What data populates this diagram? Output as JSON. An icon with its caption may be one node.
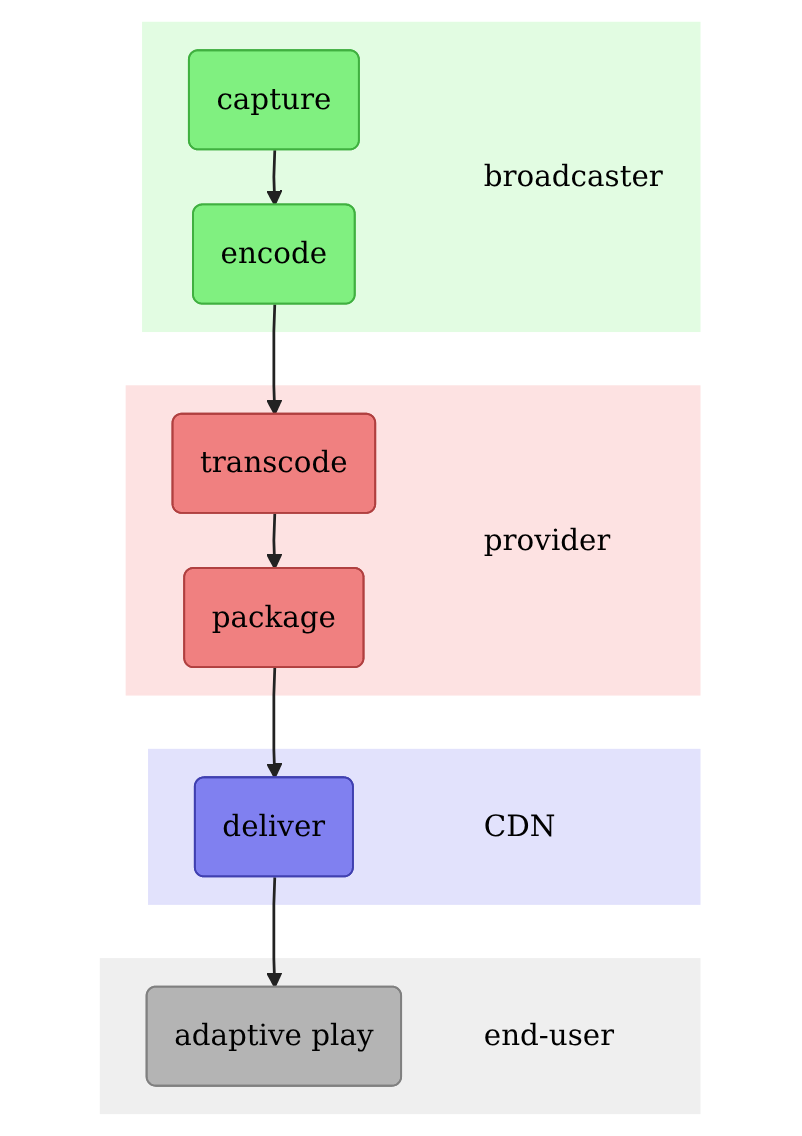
{
  "diagram": {
    "nodes": [
      {
        "text": [
          "broadcaster"
        ]
      },
      {
        "text": [
          "capture"
        ],
        "in": 0
      },
      {
        "text": [
          "encode"
        ],
        "in": 0
      },
      {
        "text": [
          "provider"
        ]
      },
      {
        "text": [
          "transcode"
        ],
        "in": 3
      },
      {
        "text": [
          "package"
        ],
        "in": 3
      },
      {
        "text": [
          "CDN"
        ]
      },
      {
        "text": [
          "deliver"
        ],
        "in": 6
      },
      {
        "text": [
          "end-user"
        ]
      },
      {
        "text": [
          "adaptive play"
        ],
        "in": 8
      }
    ],
    "edges": [
      {
        "from": 1,
        "to": 2,
        "arrow": "to"
      },
      {
        "from": 2,
        "to": 4,
        "arrow": "to"
      },
      {
        "from": 4,
        "to": 5,
        "arrow": "to"
      },
      {
        "from": 5,
        "to": 7,
        "arrow": "to"
      },
      {
        "from": 7,
        "to": 9,
        "arrow": "to"
      }
    ]
  }
}
